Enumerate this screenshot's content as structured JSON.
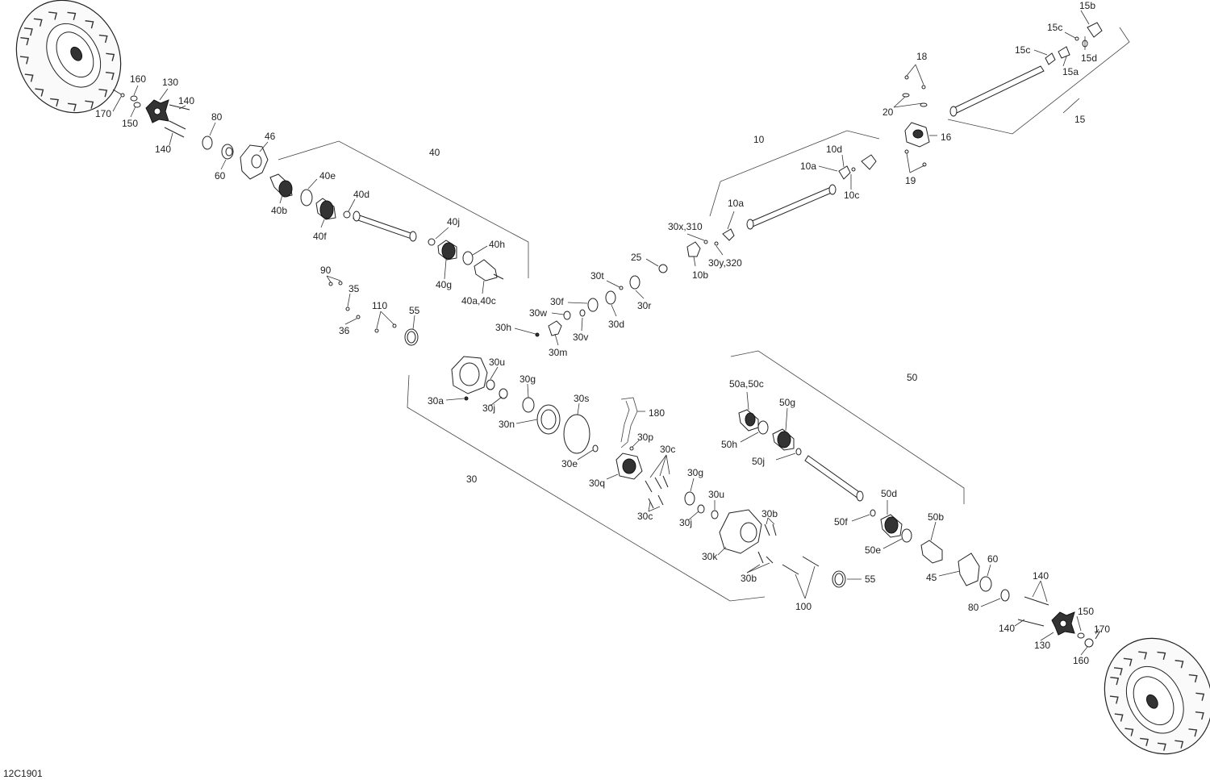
{
  "diagram": {
    "code": "12C1901",
    "labels": [
      "170",
      "160",
      "150",
      "130",
      "140",
      "140",
      "80",
      "60",
      "46",
      "40",
      "40e",
      "40b",
      "40d",
      "40f",
      "40j",
      "40h",
      "40g",
      "40a,40c",
      "90",
      "35",
      "36",
      "110",
      "55",
      "30h",
      "30m",
      "30w",
      "30v",
      "30f",
      "30d",
      "30t",
      "30r",
      "25",
      "30x,310",
      "10b",
      "30y,320",
      "10a",
      "10",
      "10a",
      "10c",
      "10d",
      "15b",
      "15c",
      "15d",
      "15c",
      "15a",
      "18",
      "20",
      "15",
      "16",
      "19",
      "30u",
      "30a",
      "30j",
      "30g",
      "30n",
      "30s",
      "180",
      "30e",
      "30p",
      "30q",
      "30c",
      "30c",
      "30g",
      "30u",
      "30j",
      "30b",
      "30k",
      "30b",
      "100",
      "55",
      "50a,50c",
      "50g",
      "50h",
      "50j",
      "50",
      "50d",
      "50f",
      "50e",
      "50b",
      "45",
      "60",
      "80",
      "140",
      "140",
      "130",
      "150",
      "170",
      "160",
      "30"
    ]
  }
}
